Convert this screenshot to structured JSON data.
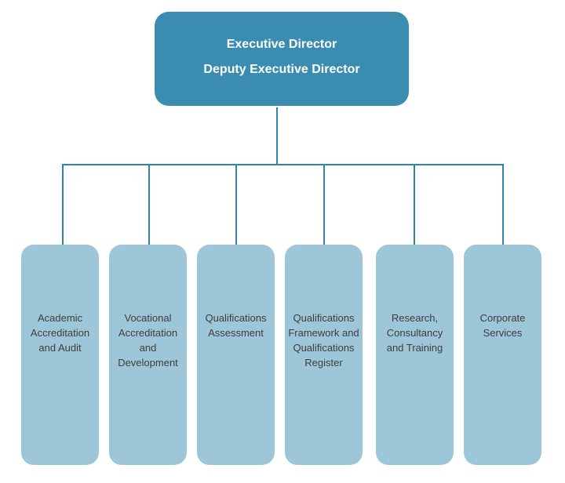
{
  "colors": {
    "top_box": "#3a8db0",
    "connector": "#2f86ad",
    "unit_box": "#9dc6d8",
    "unit_text": "#3d3d3d",
    "top_text": "#ffffff"
  },
  "top": {
    "title": "Executive Director",
    "subtitle": "Deputy Executive Director"
  },
  "units": [
    {
      "lines": [
        "Academic",
        "Accreditation",
        "and Audit"
      ]
    },
    {
      "lines": [
        "Vocational",
        "Accreditation",
        "and",
        "Development"
      ]
    },
    {
      "lines": [
        "Qualifications",
        "Assessment"
      ]
    },
    {
      "lines": [
        "Qualifications",
        "Framework and",
        "Qualifications",
        "Register"
      ]
    },
    {
      "lines": [
        "Research,",
        "Consultancy",
        "and Training"
      ]
    },
    {
      "lines": [
        "Corporate",
        "Services"
      ]
    }
  ]
}
